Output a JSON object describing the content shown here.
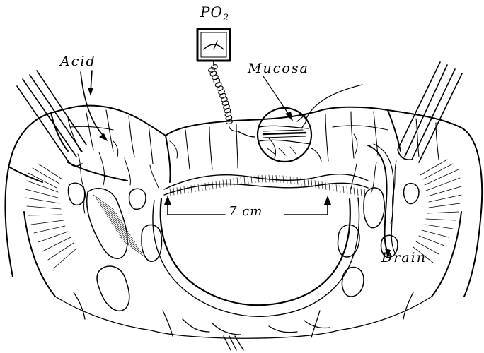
{
  "labels": {
    "po2_main": "PO",
    "po2_sub": "2",
    "acid": "Acid",
    "mucosa": "Mucosa",
    "distance": "7 cm",
    "drain": "Drain"
  },
  "colors": {
    "ink": "#000000",
    "paper": "#ffffff"
  }
}
